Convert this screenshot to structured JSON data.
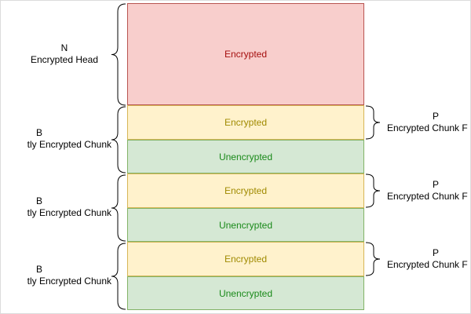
{
  "blocks": {
    "head_label": "Encrypted",
    "chunk1_enc": "Encrypted",
    "chunk1_unenc": "Unencrypted",
    "chunk2_enc": "Encrypted",
    "chunk2_unenc": "Unencrypted",
    "chunk3_enc": "Encrypted",
    "chunk3_unenc": "Unencrypted"
  },
  "left_labels": {
    "head_n": "N",
    "head_text": "Encrypted Head",
    "chunk1_b": "B",
    "chunk1_text": "tly Encrypted Chunk",
    "chunk2_b": "B",
    "chunk2_text": "tly Encrypted Chunk",
    "chunk3_b": "B",
    "chunk3_text": "tly Encrypted Chunk"
  },
  "right_labels": {
    "chunk1_p": "P",
    "chunk1_text": "Encrypted Chunk F",
    "chunk2_p": "P",
    "chunk2_text": "Encrypted Chunk F",
    "chunk3_p": "P",
    "chunk3_text": "Encrypted Chunk F"
  },
  "colors": {
    "encrypted_head_fill": "#f8cecc",
    "encrypted_fill": "#fff2cc",
    "unencrypted_fill": "#d5e8d4"
  }
}
